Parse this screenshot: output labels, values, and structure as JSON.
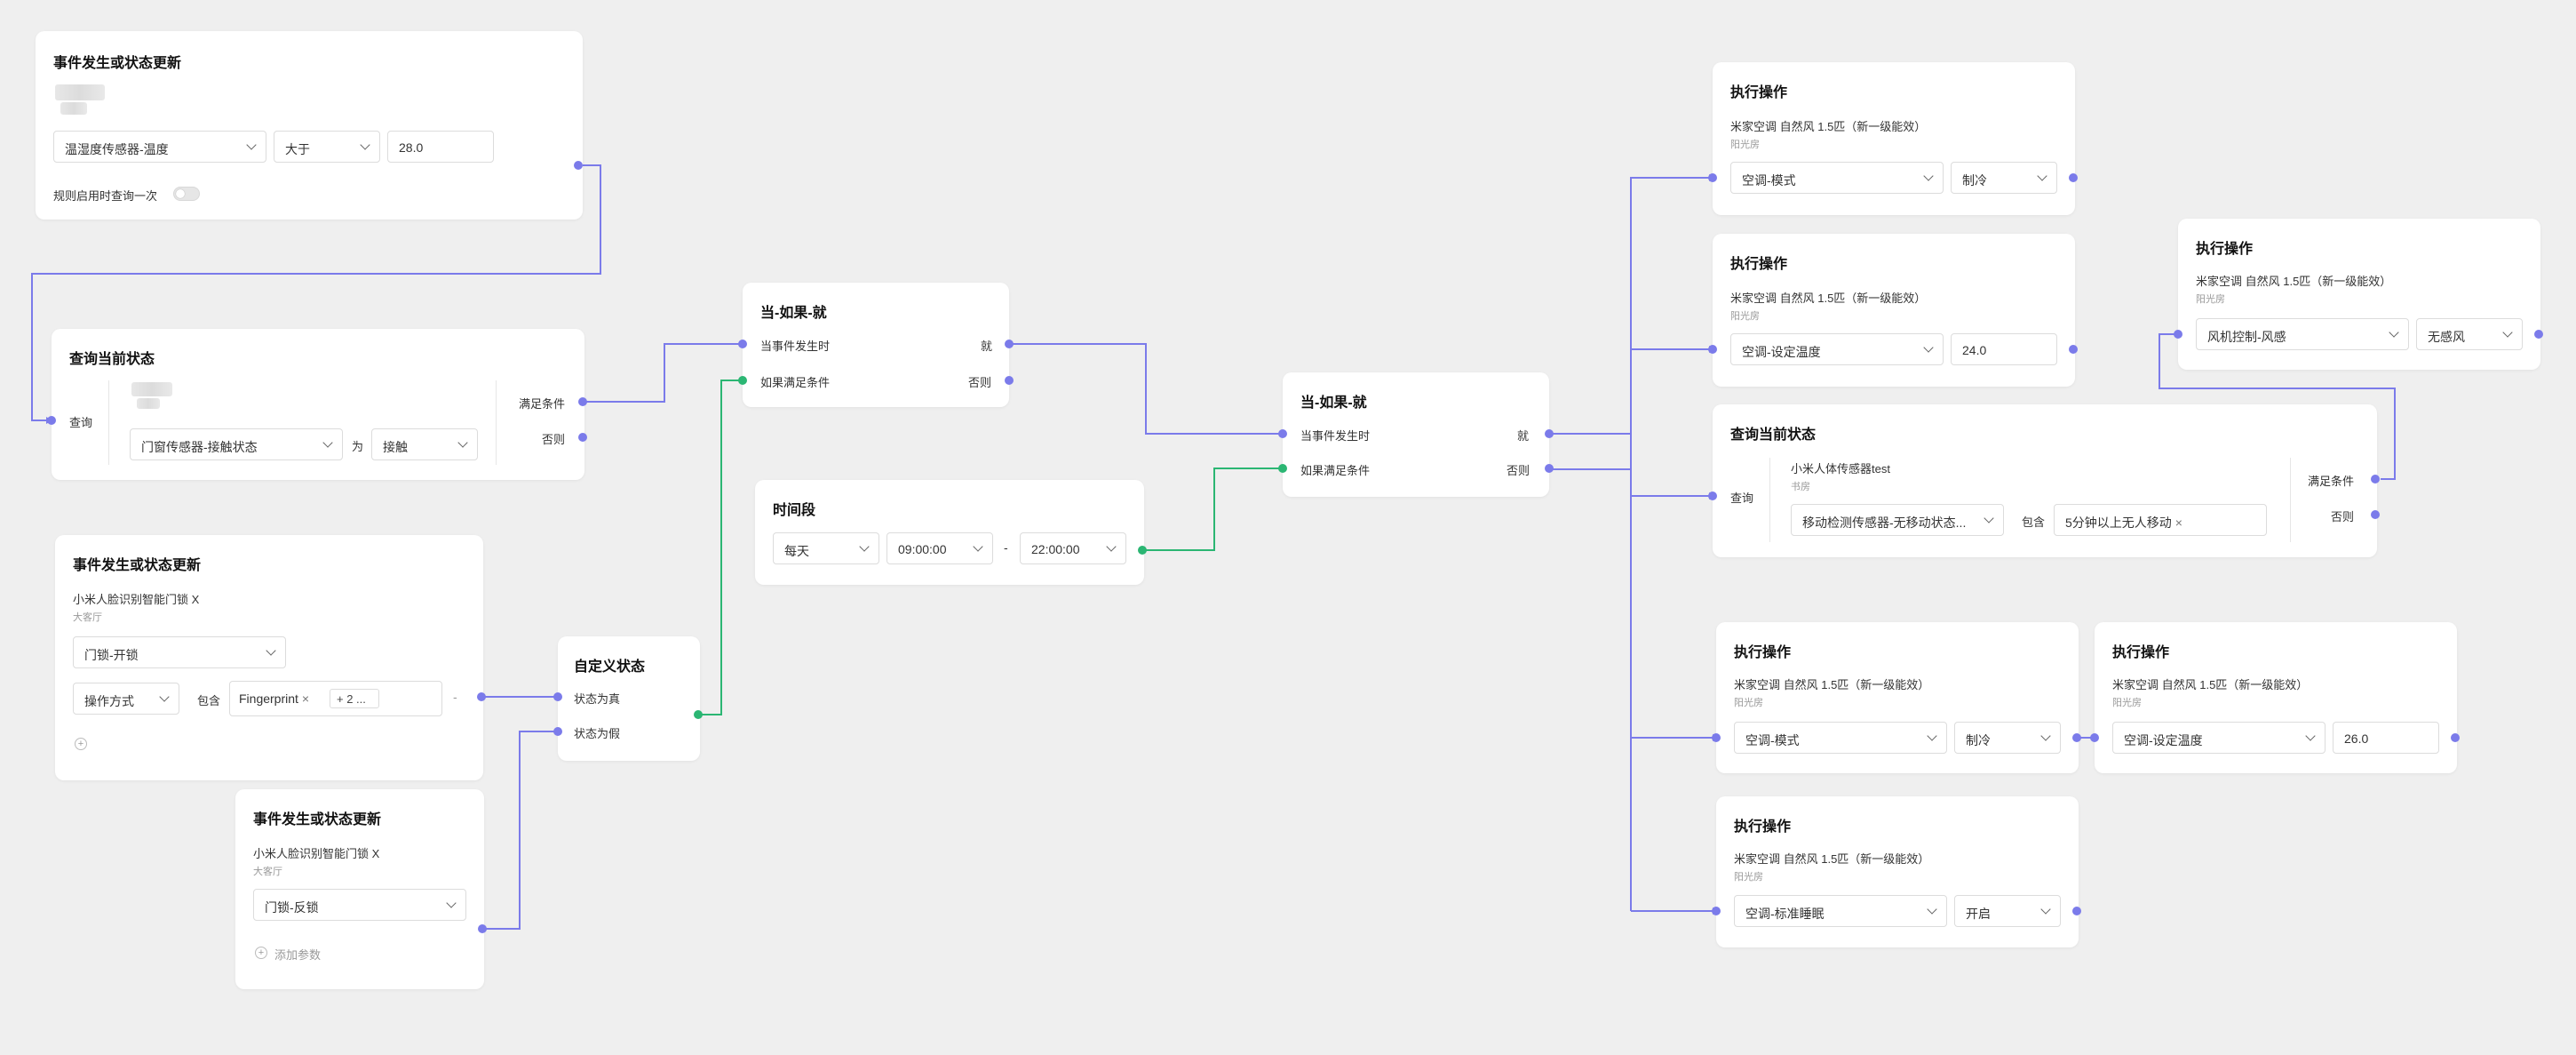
{
  "cards": {
    "event1": {
      "title": "事件发生或状态更新",
      "attr": "温湿度传感器-温度",
      "op": "大于",
      "value": "28.0",
      "query_once": "规则启用时查询一次"
    },
    "query1": {
      "title": "查询当前状态",
      "query_label": "查询",
      "attr": "门窗传感器-接触状态",
      "is_label": "为",
      "value": "接触",
      "out_true": "满足条件",
      "out_false": "否则"
    },
    "event2": {
      "title": "事件发生或状态更新",
      "device": "小米人脸识别智能门锁 X",
      "room": "大客厅",
      "attr": "门锁-开锁",
      "param": "操作方式",
      "contains": "包含",
      "tag": "Fingerprint",
      "more": "+ 2 ...",
      "minus": "-",
      "add": "+"
    },
    "event3": {
      "title": "事件发生或状态更新",
      "device": "小米人脸识别智能门锁 X",
      "room": "大客厅",
      "attr": "门锁-反锁",
      "add_param": "添加参数"
    },
    "custom": {
      "title": "自定义状态",
      "in_true": "状态为真",
      "in_false": "状态为假"
    },
    "ifthen1": {
      "title": "当-如果-就",
      "when": "当事件发生时",
      "if": "如果满足条件",
      "then": "就",
      "else": "否则"
    },
    "timerange": {
      "title": "时间段",
      "repeat": "每天",
      "start": "09:00:00",
      "dash": "-",
      "end": "22:00:00"
    },
    "ifthen2": {
      "title": "当-如果-就",
      "when": "当事件发生时",
      "if": "如果满足条件",
      "then": "就",
      "else": "否则"
    },
    "action1": {
      "title": "执行操作",
      "device": "米家空调 自然风 1.5匹（新一级能效）",
      "room": "阳光房",
      "attr": "空调-模式",
      "value": "制冷"
    },
    "action2": {
      "title": "执行操作",
      "device": "米家空调 自然风 1.5匹（新一级能效）",
      "room": "阳光房",
      "attr": "空调-设定温度",
      "value": "24.0"
    },
    "action3": {
      "title": "执行操作",
      "device": "米家空调 自然风 1.5匹（新一级能效）",
      "room": "阳光房",
      "attr": "风机控制-风感",
      "value": "无感风"
    },
    "query2": {
      "title": "查询当前状态",
      "query_label": "查询",
      "device": "小米人体传感器test",
      "room": "书房",
      "attr": "移动检测传感器-无移动状态...",
      "contains": "包含",
      "tag": "5分钟以上无人移动",
      "out_true": "满足条件",
      "out_false": "否则"
    },
    "action4": {
      "title": "执行操作",
      "device": "米家空调 自然风 1.5匹（新一级能效）",
      "room": "阳光房",
      "attr": "空调-模式",
      "value": "制冷"
    },
    "action5": {
      "title": "执行操作",
      "device": "米家空调 自然风 1.5匹（新一级能效）",
      "room": "阳光房",
      "attr": "空调-设定温度",
      "value": "26.0"
    },
    "action6": {
      "title": "执行操作",
      "device": "米家空调 自然风 1.5匹（新一级能效）",
      "room": "阳光房",
      "attr": "空调-标准睡眠",
      "value": "开启"
    }
  },
  "colors": {
    "wire_blue": "#7b7bea",
    "wire_green": "#2bb673",
    "background": "#efefef"
  },
  "icons": [
    "chevron-down-icon",
    "close-icon",
    "plus-icon",
    "port-icon",
    "diamond-icon"
  ]
}
